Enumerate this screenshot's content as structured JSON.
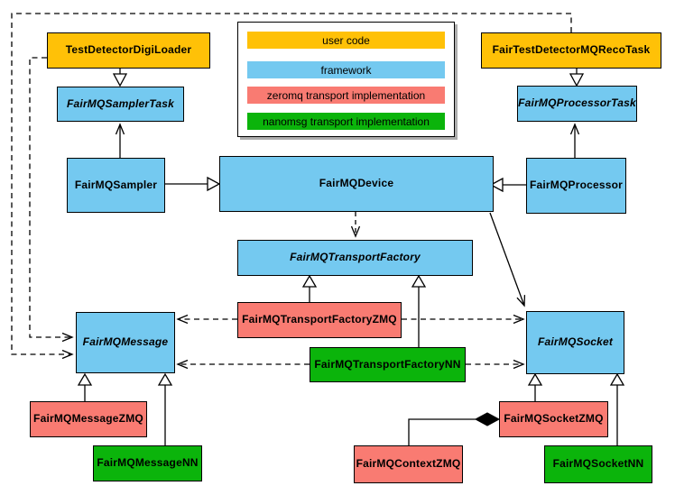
{
  "legend": {
    "items": [
      {
        "label": "user code",
        "color": "#FFC107"
      },
      {
        "label": "framework",
        "color": "#74C9F0"
      },
      {
        "label": "zeromq transport implementation",
        "color": "#F97B72"
      },
      {
        "label": "nanomsg transport implementation",
        "color": "#0BB40B"
      }
    ]
  },
  "colors": {
    "user_code": "#FFC107",
    "framework": "#74C9F0",
    "zeromq": "#F97B72",
    "nanomsg": "#0BB40B",
    "line": "#000000"
  },
  "nodes": {
    "digiloader": {
      "label": "TestDetectorDigiLoader",
      "role": "user code",
      "abstract": false
    },
    "recotask": {
      "label": "FairTestDetectorMQRecoTask",
      "role": "user code",
      "abstract": false
    },
    "samplertask": {
      "label": "FairMQSamplerTask",
      "role": "framework",
      "abstract": true
    },
    "processortask": {
      "label": "FairMQProcessorTask",
      "role": "framework",
      "abstract": true
    },
    "sampler": {
      "label": "FairMQSampler",
      "role": "framework",
      "abstract": false
    },
    "device": {
      "label": "FairMQDevice",
      "role": "framework",
      "abstract": false
    },
    "processor": {
      "label": "FairMQProcessor",
      "role": "framework",
      "abstract": false
    },
    "transportfactory": {
      "label": "FairMQTransportFactory",
      "role": "framework",
      "abstract": true
    },
    "tfzmq": {
      "label": "FairMQTransportFactoryZMQ",
      "role": "zeromq",
      "abstract": false
    },
    "tfnn": {
      "label": "FairMQTransportFactoryNN",
      "role": "nanomsg",
      "abstract": false
    },
    "message": {
      "label": "FairMQMessage",
      "role": "framework",
      "abstract": true
    },
    "socket": {
      "label": "FairMQSocket",
      "role": "framework",
      "abstract": true
    },
    "messagezmq": {
      "label": "FairMQMessageZMQ",
      "role": "zeromq",
      "abstract": false
    },
    "messagenn": {
      "label": "FairMQMessageNN",
      "role": "nanomsg",
      "abstract": false
    },
    "socketzmq": {
      "label": "FairMQSocketZMQ",
      "role": "zeromq",
      "abstract": false
    },
    "socketnn": {
      "label": "FairMQSocketNN",
      "role": "nanomsg",
      "abstract": false
    },
    "contextzmq": {
      "label": "FairMQContextZMQ",
      "role": "zeromq",
      "abstract": false
    }
  },
  "connections": [
    {
      "from": "TestDetectorDigiLoader",
      "to": "FairMQSamplerTask",
      "type": "generalization-open-triangle"
    },
    {
      "from": "FairTestDetectorMQRecoTask",
      "to": "FairMQProcessorTask",
      "type": "generalization-open-triangle"
    },
    {
      "from": "FairMQSampler",
      "to": "FairMQSamplerTask",
      "type": "association-open-arrow"
    },
    {
      "from": "FairMQProcessor",
      "to": "FairMQProcessorTask",
      "type": "association-open-arrow"
    },
    {
      "from": "FairMQSampler",
      "to": "FairMQDevice",
      "type": "generalization-open-triangle"
    },
    {
      "from": "FairMQProcessor",
      "to": "FairMQDevice",
      "type": "generalization-open-triangle"
    },
    {
      "from": "FairMQDevice",
      "to": "FairMQTransportFactory",
      "type": "dashed-dependency"
    },
    {
      "from": "FairMQDevice",
      "to": "FairMQSocket",
      "type": "association-open-arrow"
    },
    {
      "from": "FairMQTransportFactoryZMQ",
      "to": "FairMQTransportFactory",
      "type": "generalization-open-triangle"
    },
    {
      "from": "FairMQTransportFactoryNN",
      "to": "FairMQTransportFactory",
      "type": "generalization-open-triangle"
    },
    {
      "from": "FairMQTransportFactoryZMQ",
      "to": "FairMQMessage",
      "type": "dashed-dependency"
    },
    {
      "from": "FairMQTransportFactoryZMQ",
      "to": "FairMQSocket",
      "type": "dashed-dependency"
    },
    {
      "from": "FairMQTransportFactoryNN",
      "to": "FairMQMessage",
      "type": "dashed-dependency"
    },
    {
      "from": "FairMQTransportFactoryNN",
      "to": "FairMQSocket",
      "type": "dashed-dependency"
    },
    {
      "from": "TestDetectorDigiLoader",
      "to": "FairMQMessage",
      "type": "dashed-dependency"
    },
    {
      "from": "FairTestDetectorMQRecoTask",
      "to": "FairMQMessage",
      "type": "dashed-dependency"
    },
    {
      "from": "FairMQMessageZMQ",
      "to": "FairMQMessage",
      "type": "generalization-open-triangle"
    },
    {
      "from": "FairMQMessageNN",
      "to": "FairMQMessage",
      "type": "generalization-open-triangle"
    },
    {
      "from": "FairMQSocketZMQ",
      "to": "FairMQSocket",
      "type": "generalization-open-triangle"
    },
    {
      "from": "FairMQSocketNN",
      "to": "FairMQSocket",
      "type": "generalization-open-triangle"
    },
    {
      "from": "FairMQContextZMQ",
      "to": "FairMQSocketZMQ",
      "type": "composition-filled-diamond"
    }
  ]
}
